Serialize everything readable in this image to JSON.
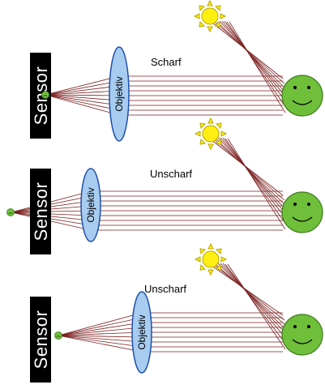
{
  "colors": {
    "ray": "#7a1f1f",
    "lens_fill": "#a8ccf0",
    "lens_stroke": "#1f4fa8",
    "face_fill": "#6fbf3a",
    "face_stroke": "#3d7a1e",
    "sun_fill": "#ffee11",
    "sun_stroke": "#b8a800",
    "sensor_fill": "#000000"
  },
  "panels": [
    {
      "caption": "Scharf",
      "sensor_label": "Sensor",
      "lens_label": "Objektiv"
    },
    {
      "caption": "Unscharf",
      "sensor_label": "Sensor",
      "lens_label": "Objektiv"
    },
    {
      "caption": "Unscharf",
      "sensor_label": "Sensor",
      "lens_label": "Objektiv"
    }
  ]
}
